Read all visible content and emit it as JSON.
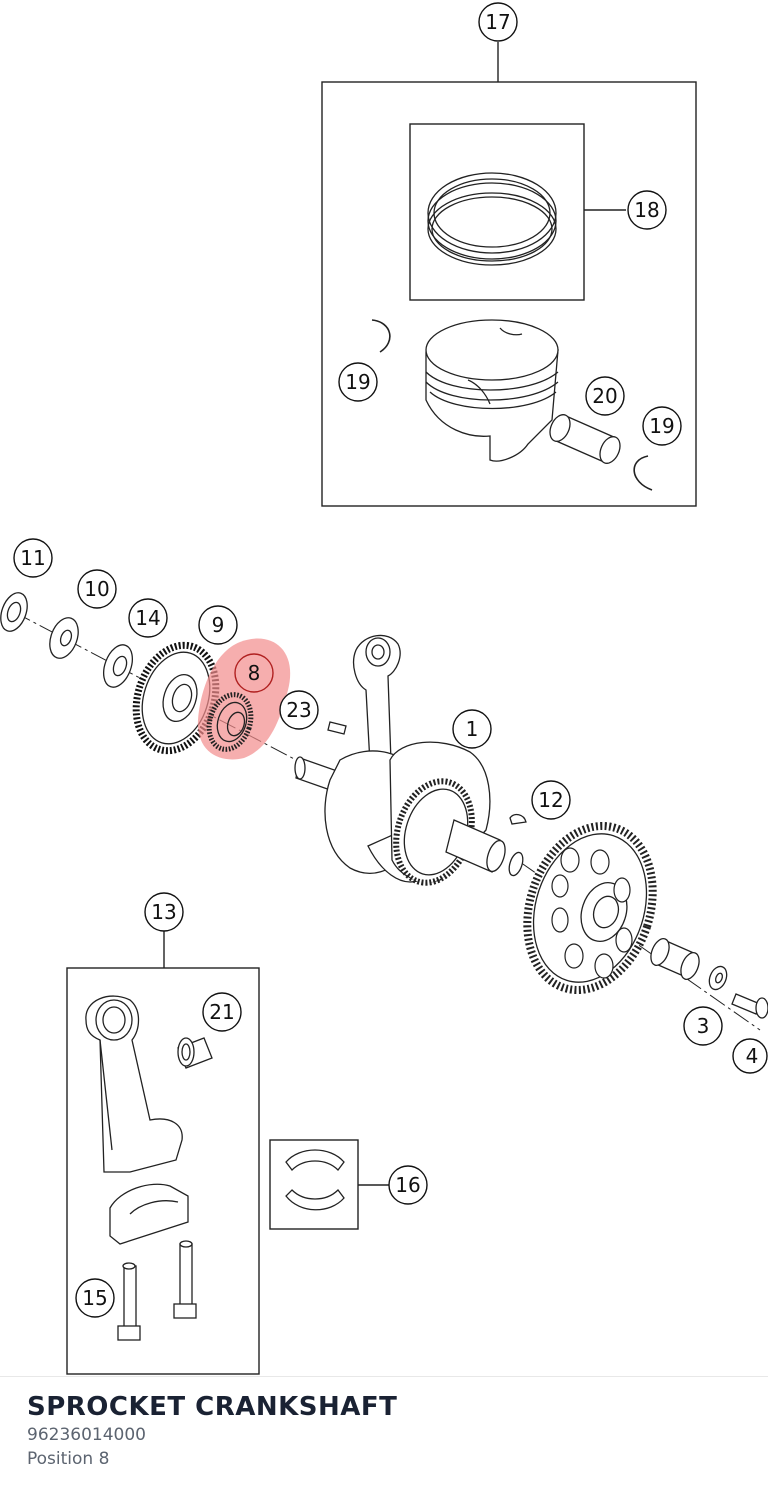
{
  "callouts": [
    {
      "id": "c17",
      "label": "17"
    },
    {
      "id": "c18",
      "label": "18"
    },
    {
      "id": "c19a",
      "label": "19"
    },
    {
      "id": "c20",
      "label": "20"
    },
    {
      "id": "c19b",
      "label": "19"
    },
    {
      "id": "c11",
      "label": "11"
    },
    {
      "id": "c10",
      "label": "10"
    },
    {
      "id": "c14",
      "label": "14"
    },
    {
      "id": "c9",
      "label": "9"
    },
    {
      "id": "c8",
      "label": "8"
    },
    {
      "id": "c23",
      "label": "23"
    },
    {
      "id": "c1",
      "label": "1"
    },
    {
      "id": "c12",
      "label": "12"
    },
    {
      "id": "c13",
      "label": "13"
    },
    {
      "id": "c21",
      "label": "21"
    },
    {
      "id": "c16",
      "label": "16"
    },
    {
      "id": "c15",
      "label": "15"
    },
    {
      "id": "c3",
      "label": "3"
    },
    {
      "id": "c4",
      "label": "4"
    }
  ],
  "highlight": {
    "callout": "8",
    "color": "#f28b8b"
  },
  "part": {
    "title": "SPROCKET CRANKSHAFT",
    "number": "96236014000",
    "position": "Position 8"
  }
}
